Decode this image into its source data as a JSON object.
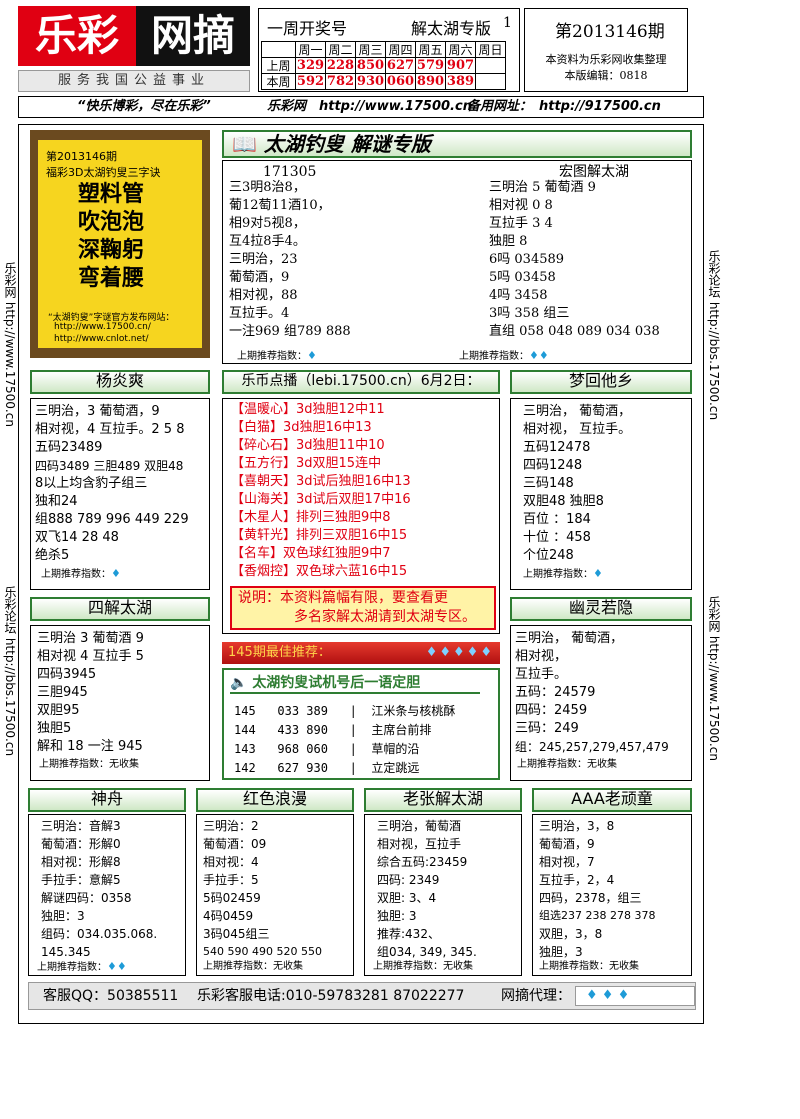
{
  "header": {
    "logo_red": "乐彩",
    "logo_black": "网摘",
    "slogan": "服务我国公益事业",
    "draw_title": "一周开奖号",
    "draw_edition": "解太湖专版",
    "draw_page": "1",
    "weekdays": [
      "周一",
      "周二",
      "周三",
      "周四",
      "周五",
      "周六",
      "周日"
    ],
    "last_week_label": "上周",
    "this_week_label": "本周",
    "last_week": [
      "329",
      "228",
      "850",
      "627",
      "579",
      "907",
      ""
    ],
    "this_week": [
      "592",
      "782",
      "930",
      "060",
      "890",
      "389",
      ""
    ],
    "issue": "第2013146期",
    "collect": "本资料为乐彩网收集整理",
    "editor": "本版编辑：0818"
  },
  "motto": {
    "slogan": "“快乐博彩，尽在乐彩”",
    "site_label": "乐彩网",
    "site_url": "http://www.17500.cn",
    "backup_label": "备用网址：",
    "backup_url": "http://917500.cn"
  },
  "side_text": {
    "left_top": "乐彩网 http://www.17500.cn",
    "left_bottom": "乐彩论坛 http://bbs.17500.cn",
    "right_top": "乐彩论坛 http://bbs.17500.cn",
    "right_bottom": "乐彩网 http://www.17500.cn"
  },
  "promo": {
    "issue": "第2013146期",
    "subtitle": "福彩3D太湖钓叟三字诀",
    "lines": [
      "塑料管",
      "吹泡泡",
      "深鞠躬",
      "弯着腰"
    ],
    "note1": "“太湖钓叟”字谜官方发布网站：",
    "url1": "http://www.17500.cn/",
    "url2": "http://www.cnlot.net/"
  },
  "taihu": {
    "title": "太湖钓叟 解谜专版",
    "code": "171305",
    "left_lines": [
      "三3明8治8，",
      "葡12萄11酒10，",
      "相9对5视8，",
      "互4拉8手4。",
      "三明治，23",
      "葡萄酒，9",
      "相对视，88",
      "互拉手。4",
      "一注969 组789   888"
    ],
    "right_title": "宏图解太湖",
    "right_lines": [
      "三明治    5   葡萄酒      9",
      "相对视      0         8",
      "互拉手      3         4",
      "独胆          8",
      "6吗          034589",
      "5吗          03458",
      "4吗          3458",
      "3吗          358   组三",
      "直组  058  048  089  034  038"
    ],
    "note": "上期推荐指数：",
    "note2": "上期推荐指数："
  },
  "yang": {
    "title": "杨炎爽",
    "lines": [
      "三明治，3 葡萄酒，9",
      "相对视，4 互拉手。2 5 8",
      "五码23489",
      "四码3489 三胆489 双胆48",
      "8以上均含豹子组三",
      "独和24",
      "组888 789 996 449 229",
      "双飞14 28 48",
      "绝杀5"
    ],
    "note": "上期推荐指数："
  },
  "lebi": {
    "title": "乐币点播（lebi.17500.cn）6月2日：",
    "lines": [
      "【温暖心】3d独胆12中11",
      "【白猫】3d独胆16中13",
      "【碎心石】3d独胆11中10",
      "【五方行】3d双胆15连中",
      "【喜朝天】3d试后独胆16中13",
      "【山海关】3d试后双胆17中16",
      "【木星人】排列三独胆9中8",
      "【黄轩光】排列三双胆16中15",
      "【名车】双色球红独胆9中7",
      "【香烟控】双色球六蓝16中15"
    ],
    "explain1": "说明：本资料篇幅有限，要查看更",
    "explain2": "多名家解太湖请到太湖专区。"
  },
  "meng": {
    "title": "梦回他乡",
    "lines": [
      "三明治，      葡萄酒，",
      "相对视，      互拉手。",
      "五码12478",
      "四码1248",
      "三码148",
      "双胆48         独胆8",
      "百位 ：184",
      "十位 ：458",
      "个位248"
    ],
    "note": "上期推荐指数："
  },
  "sijie": {
    "title": "四解太湖",
    "lines": [
      "三明治  3   葡萄酒  9",
      "相对视  4   互拉手  5",
      "四码3945",
      "三胆945",
      "双胆95",
      "独胆5",
      "解和  18   一注  945"
    ],
    "note": "上期推荐指数：无收集"
  },
  "best": {
    "title": "145期最佳推荐："
  },
  "trial": {
    "title": "太湖钓叟试机号后一语定胆",
    "rows": [
      [
        "145",
        "033 389",
        "|",
        "江米条与核桃酥"
      ],
      [
        "144",
        "433 890",
        "|",
        "主席台前排"
      ],
      [
        "143",
        "968 060",
        "|",
        "草帽的沿"
      ],
      [
        "142",
        "627 930",
        "|",
        "立定跳远"
      ]
    ]
  },
  "youling": {
    "title": "幽灵若隐",
    "lines": [
      "三明治，    葡萄酒，",
      "相对视，",
      "互拉手。",
      "五码：24579",
      "四码：2459",
      "三码：249",
      "组：245,257,279,457,479"
    ],
    "note": "上期推荐指数：无收集"
  },
  "shenzhou": {
    "title": "神舟",
    "lines": [
      "三明治：音解3",
      "葡萄酒：形解0",
      "相对视：形解8",
      "手拉手：意解5",
      "解谜四码：0358",
      "独胆：3",
      "组码：034.035.068.",
      "           145.345"
    ],
    "note": "上期推荐指数："
  },
  "hongse": {
    "title": "红色浪漫",
    "lines": [
      "三明治：2",
      "葡萄酒：09",
      "相对视：4",
      "手拉手：5",
      "5码02459",
      "4码0459",
      "3码045组三",
      "540 590 490 520 550"
    ],
    "note": "上期推荐指数：无收集"
  },
  "laozhang": {
    "title": "老张解太湖",
    "lines": [
      "三明治，葡萄酒",
      "相对视，互拉手",
      "综合五码:23459",
      "四码:    2349",
      "双胆:    3、4",
      "独胆:    3",
      "推荐:432、",
      "组034, 349, 345."
    ],
    "note": "上期推荐指数：无收集"
  },
  "aaa": {
    "title": "AAA老顽童",
    "lines": [
      "三明治，3，8",
      "葡萄酒，9",
      "相对视，7",
      "互拉手，2，4",
      "四码，2378，组三",
      "组选237 238 278 378",
      "双胆，3，8",
      "独胆，3"
    ],
    "note": "上期推荐指数：无收集"
  },
  "footer": {
    "qq": "客服QQ：50385511",
    "phone": "乐彩客服电话:010-59783281 87022277",
    "agent": "网摘代理："
  },
  "colors": {
    "accent_red": "#e00012",
    "panel_green": "#2e7d32",
    "promo_yellow": "#f6d51f"
  }
}
